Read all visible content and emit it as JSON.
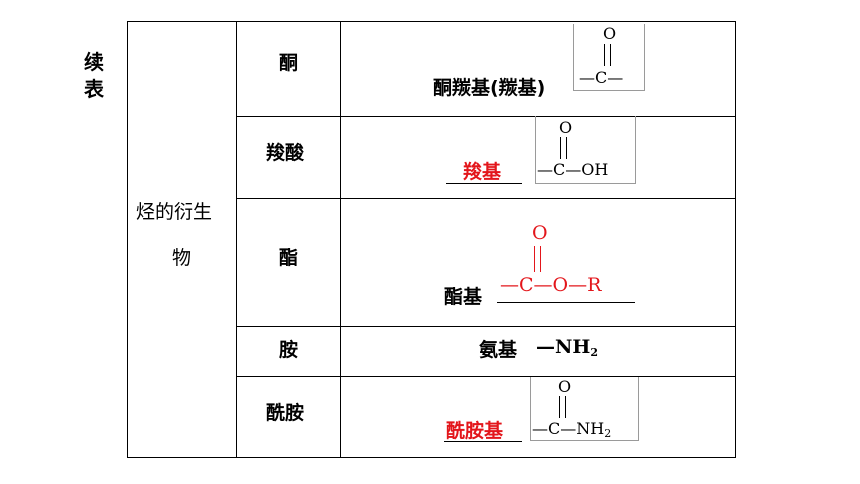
{
  "side_title": [
    "续",
    "表"
  ],
  "category": {
    "line1": "烃的衍生",
    "line2": "物"
  },
  "rows": [
    {
      "name": "酮",
      "group_label": "酮羰基(羰基)",
      "formula": {
        "top": "O",
        "chain": "—C—"
      }
    },
    {
      "name": "羧酸",
      "group_label": "羧基",
      "formula": {
        "top": "O",
        "chain": "—C—OH"
      }
    },
    {
      "name": "酯",
      "group_label": "酯基",
      "formula": {
        "top": "O",
        "chain": "—C—O—R"
      }
    },
    {
      "name": "胺",
      "group_label": "氨基",
      "formula_text": "—NH",
      "formula_sub": "2"
    },
    {
      "name": "酰胺",
      "group_label": "酰胺基",
      "formula": {
        "top": "O",
        "chain": "—C—NH",
        "sub": "2"
      }
    }
  ],
  "colors": {
    "answer_red": "#e3161b",
    "border": "#000000"
  }
}
